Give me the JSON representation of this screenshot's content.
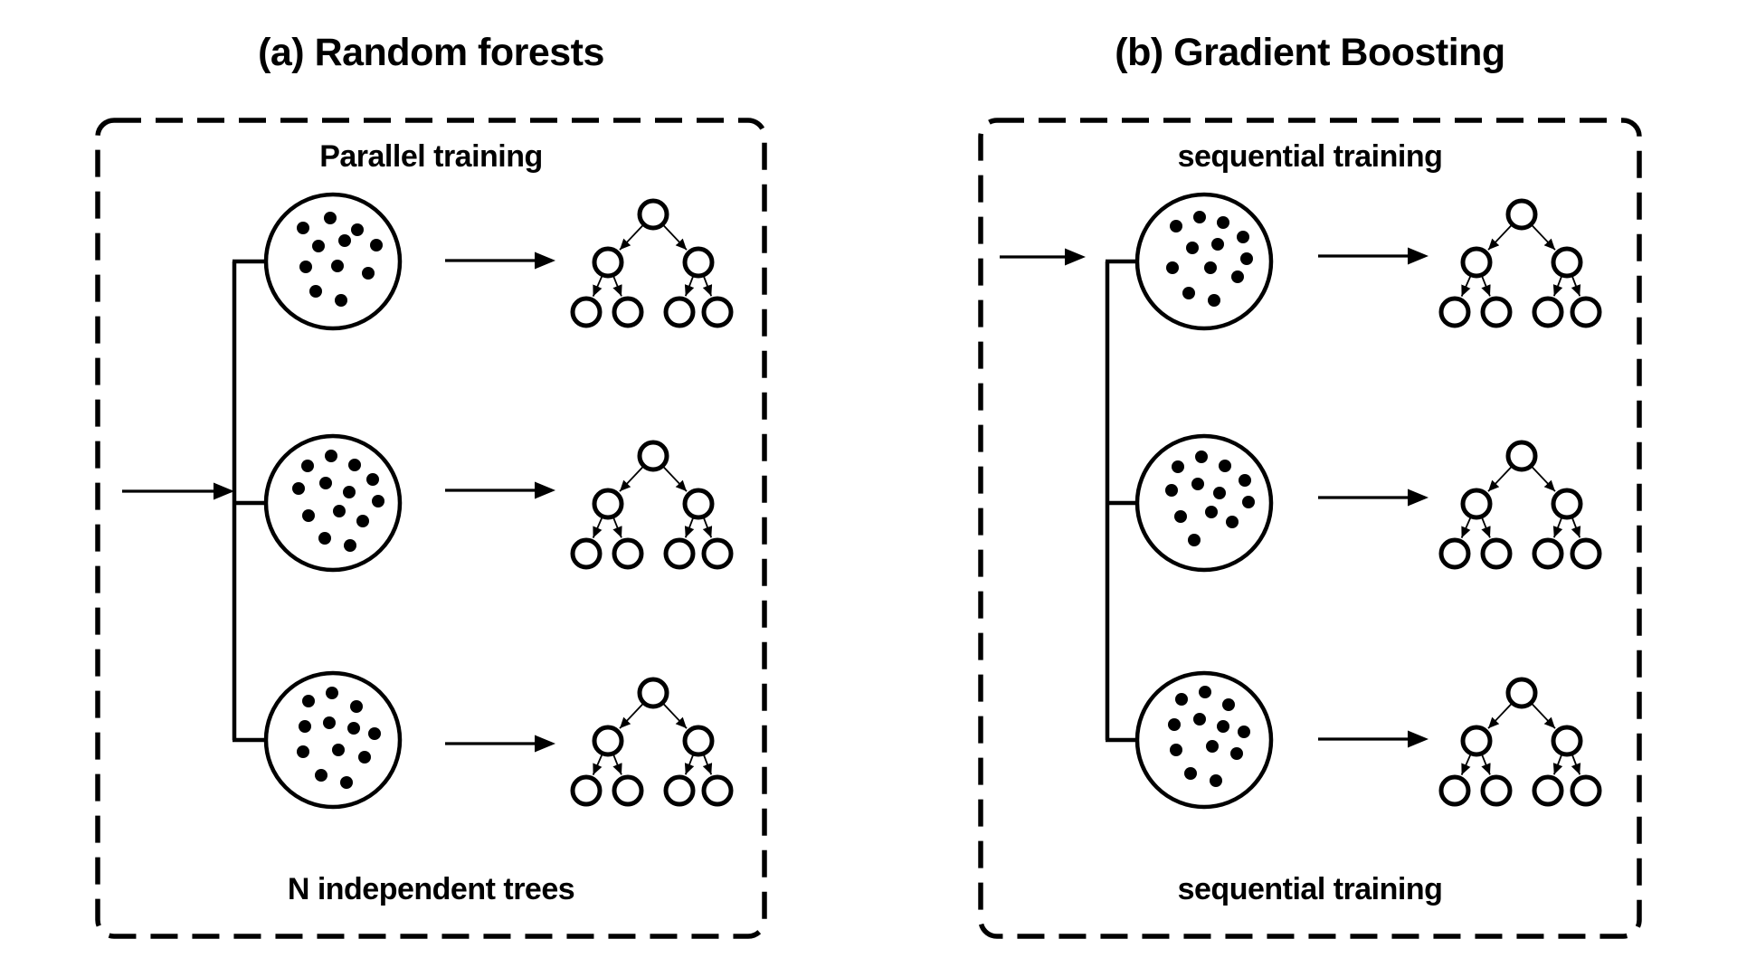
{
  "page": {
    "background": "#ffffff",
    "ink": "#000000"
  },
  "panels": [
    {
      "id": "a",
      "title": "(a) Random forests",
      "top_label": "Parallel training",
      "bottom_label": "N independent trees",
      "samples": [
        {
          "dots": [
            [
              -33,
              -37
            ],
            [
              -3,
              -48
            ],
            [
              27,
              -35
            ],
            [
              48,
              -18
            ],
            [
              -16,
              -17
            ],
            [
              13,
              -23
            ],
            [
              -30,
              6
            ],
            [
              5,
              5
            ],
            [
              39,
              13
            ],
            [
              -19,
              33
            ],
            [
              9,
              43
            ]
          ]
        },
        {
          "dots": [
            [
              -28,
              -41
            ],
            [
              -2,
              -52
            ],
            [
              24,
              -42
            ],
            [
              -38,
              -16
            ],
            [
              -8,
              -22
            ],
            [
              18,
              -12
            ],
            [
              44,
              -26
            ],
            [
              50,
              -2
            ],
            [
              -27,
              14
            ],
            [
              7,
              9
            ],
            [
              33,
              20
            ],
            [
              -9,
              39
            ],
            [
              19,
              47
            ]
          ]
        },
        {
          "dots": [
            [
              -27,
              -43
            ],
            [
              -1,
              -52
            ],
            [
              26,
              -37
            ],
            [
              -31,
              -15
            ],
            [
              -4,
              -19
            ],
            [
              23,
              -13
            ],
            [
              46,
              -7
            ],
            [
              -33,
              13
            ],
            [
              6,
              11
            ],
            [
              35,
              19
            ],
            [
              -13,
              39
            ],
            [
              15,
              47
            ]
          ]
        }
      ]
    },
    {
      "id": "b",
      "title": "(b) Gradient Boosting",
      "top_label": "sequential training",
      "bottom_label": "sequential training",
      "samples": [
        {
          "dots": [
            [
              -31,
              -39
            ],
            [
              -5,
              -49
            ],
            [
              21,
              -43
            ],
            [
              43,
              -27
            ],
            [
              -13,
              -15
            ],
            [
              15,
              -19
            ],
            [
              47,
              -3
            ],
            [
              -35,
              7
            ],
            [
              7,
              7
            ],
            [
              37,
              17
            ],
            [
              -17,
              35
            ],
            [
              11,
              43
            ]
          ]
        },
        {
          "dots": [
            [
              -29,
              -40
            ],
            [
              -3,
              -51
            ],
            [
              23,
              -41
            ],
            [
              45,
              -25
            ],
            [
              -36,
              -14
            ],
            [
              -7,
              -21
            ],
            [
              17,
              -11
            ],
            [
              49,
              -1
            ],
            [
              -26,
              15
            ],
            [
              8,
              10
            ],
            [
              31,
              21
            ],
            [
              -11,
              41
            ]
          ]
        },
        {
          "dots": [
            [
              -25,
              -45
            ],
            [
              1,
              -53
            ],
            [
              27,
              -39
            ],
            [
              -33,
              -17
            ],
            [
              -5,
              -23
            ],
            [
              21,
              -15
            ],
            [
              44,
              -9
            ],
            [
              -31,
              11
            ],
            [
              9,
              7
            ],
            [
              36,
              15
            ],
            [
              -15,
              37
            ],
            [
              13,
              45
            ]
          ]
        }
      ]
    }
  ]
}
